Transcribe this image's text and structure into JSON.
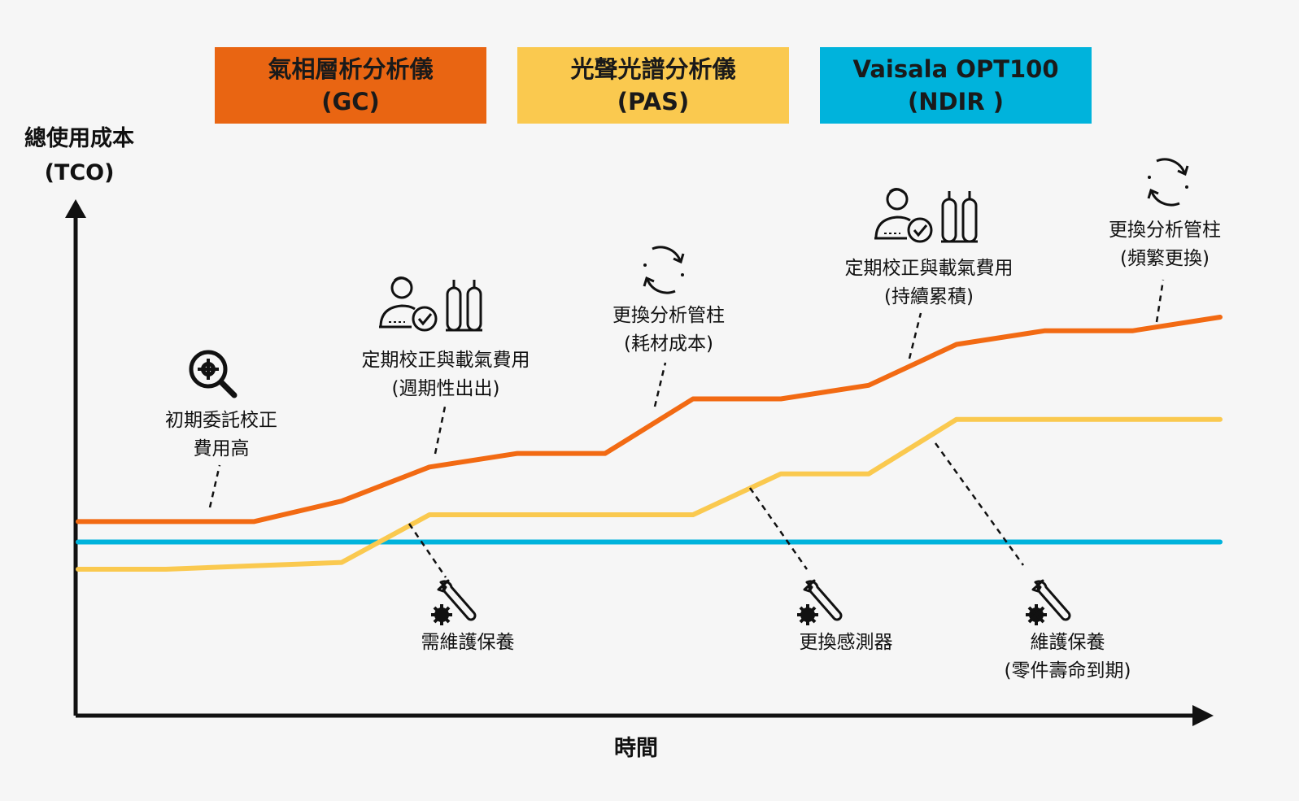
{
  "legend": [
    {
      "line1": "氣相層析分析儀",
      "line2": "(GC)",
      "color": "#e96512"
    },
    {
      "line1": "光聲光譜分析儀",
      "line2": "(PAS)",
      "color": "#fac94f"
    },
    {
      "line1": "Vaisala OPT100",
      "line2": "(NDIR )",
      "color": "#00b3dc"
    }
  ],
  "axes": {
    "y_line1": "總使用成本",
    "y_line2": "(TCO)",
    "x_label": "時間"
  },
  "annotations": [
    {
      "id": "gc-initial",
      "icon": "magnify-gear-icon",
      "line1": "初期委託校正",
      "line2": "費用高"
    },
    {
      "id": "gc-calib-1",
      "icon": "technician-gas-cylinders-icon",
      "line1": "定期校正與載氣費用",
      "line2": "(週期性出出)"
    },
    {
      "id": "gc-column-1",
      "icon": "refresh-cycle-icon",
      "line1": "更換分析管柱",
      "line2": "(耗材成本)"
    },
    {
      "id": "gc-calib-2",
      "icon": "technician-gas-cylinders-icon",
      "line1": "定期校正與載氣費用",
      "line2": "(持續累積)"
    },
    {
      "id": "gc-column-2",
      "icon": "refresh-cycle-icon",
      "line1": "更換分析管柱",
      "line2": "(頻繁更換)"
    },
    {
      "id": "pas-maint",
      "icon": "wrench-gear-icon",
      "line1": "需維護保養",
      "line2": ""
    },
    {
      "id": "pas-sensor",
      "icon": "wrench-gear-icon",
      "line1": "更換感測器",
      "line2": ""
    },
    {
      "id": "pas-parts",
      "icon": "wrench-gear-icon",
      "line1": "維護保養",
      "line2": "(零件壽命到期)"
    }
  ],
  "chart_data": {
    "type": "line",
    "title": "",
    "xlabel": "時間",
    "ylabel": "總使用成本 (TCO)",
    "x": [
      0,
      1,
      2,
      3,
      4,
      5,
      6,
      7,
      8,
      9,
      10,
      11,
      12,
      13
    ],
    "series": [
      {
        "name": "氣相層析分析儀 (GC)",
        "color": "#f26a13",
        "values": [
          10,
          10,
          10,
          13,
          18,
          20,
          20,
          28,
          28,
          30,
          36,
          38,
          38,
          40
        ]
      },
      {
        "name": "光聲光譜分析儀 (PAS)",
        "color": "#fac94f",
        "values": [
          3,
          3,
          3.5,
          4,
          11,
          11,
          11,
          11,
          17,
          17,
          25,
          25,
          25,
          25
        ]
      },
      {
        "name": "Vaisala OPT100 (NDIR )",
        "color": "#00b3dc",
        "values": [
          7,
          7,
          7,
          7,
          7,
          7,
          7,
          7,
          7,
          7,
          7,
          7,
          7,
          7
        ]
      }
    ],
    "grid": false,
    "legend_position": "top"
  }
}
